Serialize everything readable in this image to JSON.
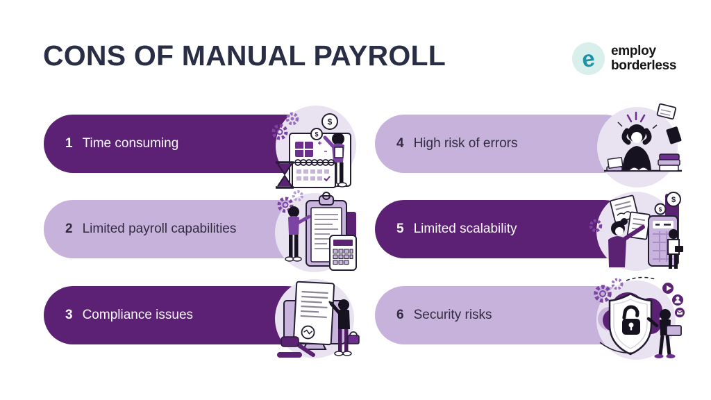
{
  "header": {
    "title": "CONS OF MANUAL PAYROLL",
    "logo": {
      "icon_letter": "e",
      "line1": "employ",
      "line2": "borderless"
    }
  },
  "colors": {
    "dark_pill": "#5c2174",
    "light_pill": "#c7b2dc",
    "dark_pill_text": "#fdfbff",
    "light_pill_text": "#322b40",
    "title": "#2a2e45",
    "logo_teal": "#1e93a8",
    "logo_badge_bg": "#d9efec",
    "illustration_blob": "#e9e3f1",
    "illustration_purple": "#5b2173"
  },
  "symbols": {
    "dollar": "$"
  },
  "items": [
    {
      "number": "1",
      "label": "Time consuming",
      "variant": "dark",
      "illustration": "time-consuming-illustration"
    },
    {
      "number": "2",
      "label": "Limited payroll capabilities",
      "variant": "light",
      "illustration": "payroll-capabilities-illustration"
    },
    {
      "number": "3",
      "label": "Compliance issues",
      "variant": "dark",
      "illustration": "compliance-issues-illustration"
    },
    {
      "number": "4",
      "label": "High risk of errors",
      "variant": "light",
      "illustration": "high-risk-errors-illustration"
    },
    {
      "number": "5",
      "label": "Limited scalability",
      "variant": "dark",
      "illustration": "limited-scalability-illustration"
    },
    {
      "number": "6",
      "label": "Security risks",
      "variant": "light",
      "illustration": "security-risks-illustration"
    }
  ]
}
